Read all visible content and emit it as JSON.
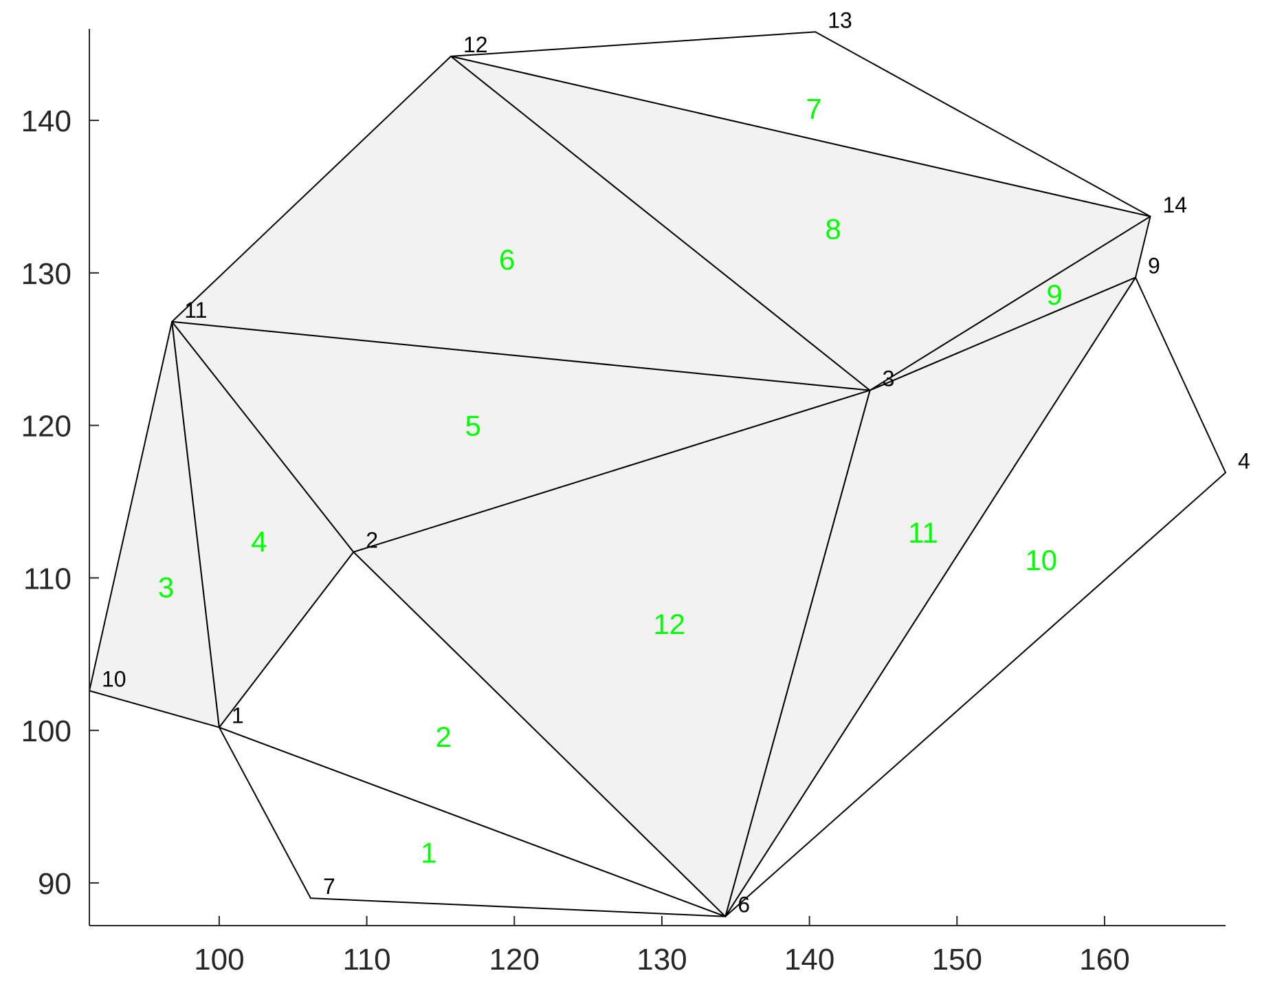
{
  "chart_data": {
    "type": "scatter",
    "x_ticks": [
      "100",
      "110",
      "120",
      "130",
      "140",
      "150",
      "160"
    ],
    "y_ticks": [
      "90",
      "100",
      "110",
      "120",
      "130",
      "140"
    ],
    "xlim": [
      91.2,
      168.2
    ],
    "ylim": [
      87.2,
      146.0
    ],
    "shaded_color": "#f2f2f2",
    "label_color": "#00ff00",
    "nodes": [
      {
        "label": "1",
        "x": 100.0,
        "y": 100.2
      },
      {
        "label": "2",
        "x": 109.1,
        "y": 111.7
      },
      {
        "label": "3",
        "x": 144.1,
        "y": 122.3
      },
      {
        "label": "4",
        "x": 168.2,
        "y": 116.9
      },
      {
        "label": "6",
        "x": 134.3,
        "y": 87.8
      },
      {
        "label": "7",
        "x": 106.2,
        "y": 89.0
      },
      {
        "label": "9",
        "x": 162.1,
        "y": 129.7
      },
      {
        "label": "10",
        "x": 91.2,
        "y": 102.6
      },
      {
        "label": "11",
        "x": 96.8,
        "y": 126.8
      },
      {
        "label": "12",
        "x": 115.7,
        "y": 144.2
      },
      {
        "label": "13",
        "x": 140.4,
        "y": 145.8
      },
      {
        "label": "14",
        "x": 163.1,
        "y": 133.7
      }
    ],
    "triangles": [
      {
        "label": "1",
        "nodes": [
          "1",
          "7",
          "6"
        ],
        "shaded": false,
        "label_x": 114.2,
        "label_y": 92.0
      },
      {
        "label": "2",
        "nodes": [
          "1",
          "2",
          "6"
        ],
        "shaded": false,
        "label_x": 115.2,
        "label_y": 99.6
      },
      {
        "label": "3",
        "nodes": [
          "10",
          "11",
          "1"
        ],
        "shaded": true,
        "label_x": 96.4,
        "label_y": 109.4
      },
      {
        "label": "4",
        "nodes": [
          "11",
          "2",
          "1"
        ],
        "shaded": true,
        "label_x": 102.7,
        "label_y": 112.4
      },
      {
        "label": "5",
        "nodes": [
          "11",
          "3",
          "2"
        ],
        "shaded": true,
        "label_x": 117.2,
        "label_y": 120.0
      },
      {
        "label": "6",
        "nodes": [
          "11",
          "12",
          "3"
        ],
        "shaded": true,
        "label_x": 119.5,
        "label_y": 130.9
      },
      {
        "label": "7",
        "nodes": [
          "12",
          "13",
          "14"
        ],
        "shaded": false,
        "label_x": 140.3,
        "label_y": 140.8
      },
      {
        "label": "8",
        "nodes": [
          "12",
          "14",
          "3"
        ],
        "shaded": true,
        "label_x": 141.6,
        "label_y": 132.9
      },
      {
        "label": "9",
        "nodes": [
          "3",
          "14",
          "9"
        ],
        "shaded": true,
        "label_x": 156.6,
        "label_y": 128.6
      },
      {
        "label": "10",
        "nodes": [
          "6",
          "9",
          "4"
        ],
        "shaded": false,
        "label_x": 155.7,
        "label_y": 111.2
      },
      {
        "label": "11",
        "nodes": [
          "3",
          "9",
          "6"
        ],
        "shaded": true,
        "label_x": 147.7,
        "label_y": 113.0
      },
      {
        "label": "12",
        "nodes": [
          "2",
          "3",
          "6"
        ],
        "shaded": true,
        "label_x": 130.5,
        "label_y": 107.0
      }
    ]
  }
}
